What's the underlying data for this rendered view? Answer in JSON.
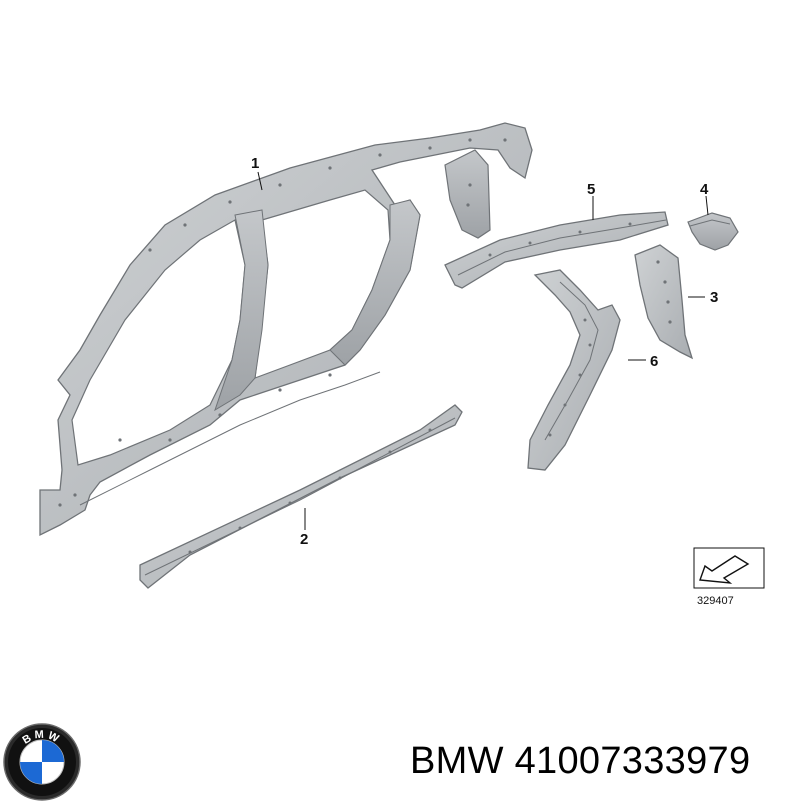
{
  "callouts": {
    "part1": "1",
    "part2": "2",
    "part3": "3",
    "part4": "4",
    "part5": "5",
    "part6": "6"
  },
  "diagram_code": "329407",
  "brand": {
    "logo_text": "BMW",
    "caption": "BMW 41007333979"
  },
  "colors": {
    "part_fill": "#b9bcbf",
    "part_shade": "#9a9ea2",
    "part_edge": "#6f7377",
    "logo_blue": "#1c69d4",
    "logo_ring": "#111111"
  }
}
